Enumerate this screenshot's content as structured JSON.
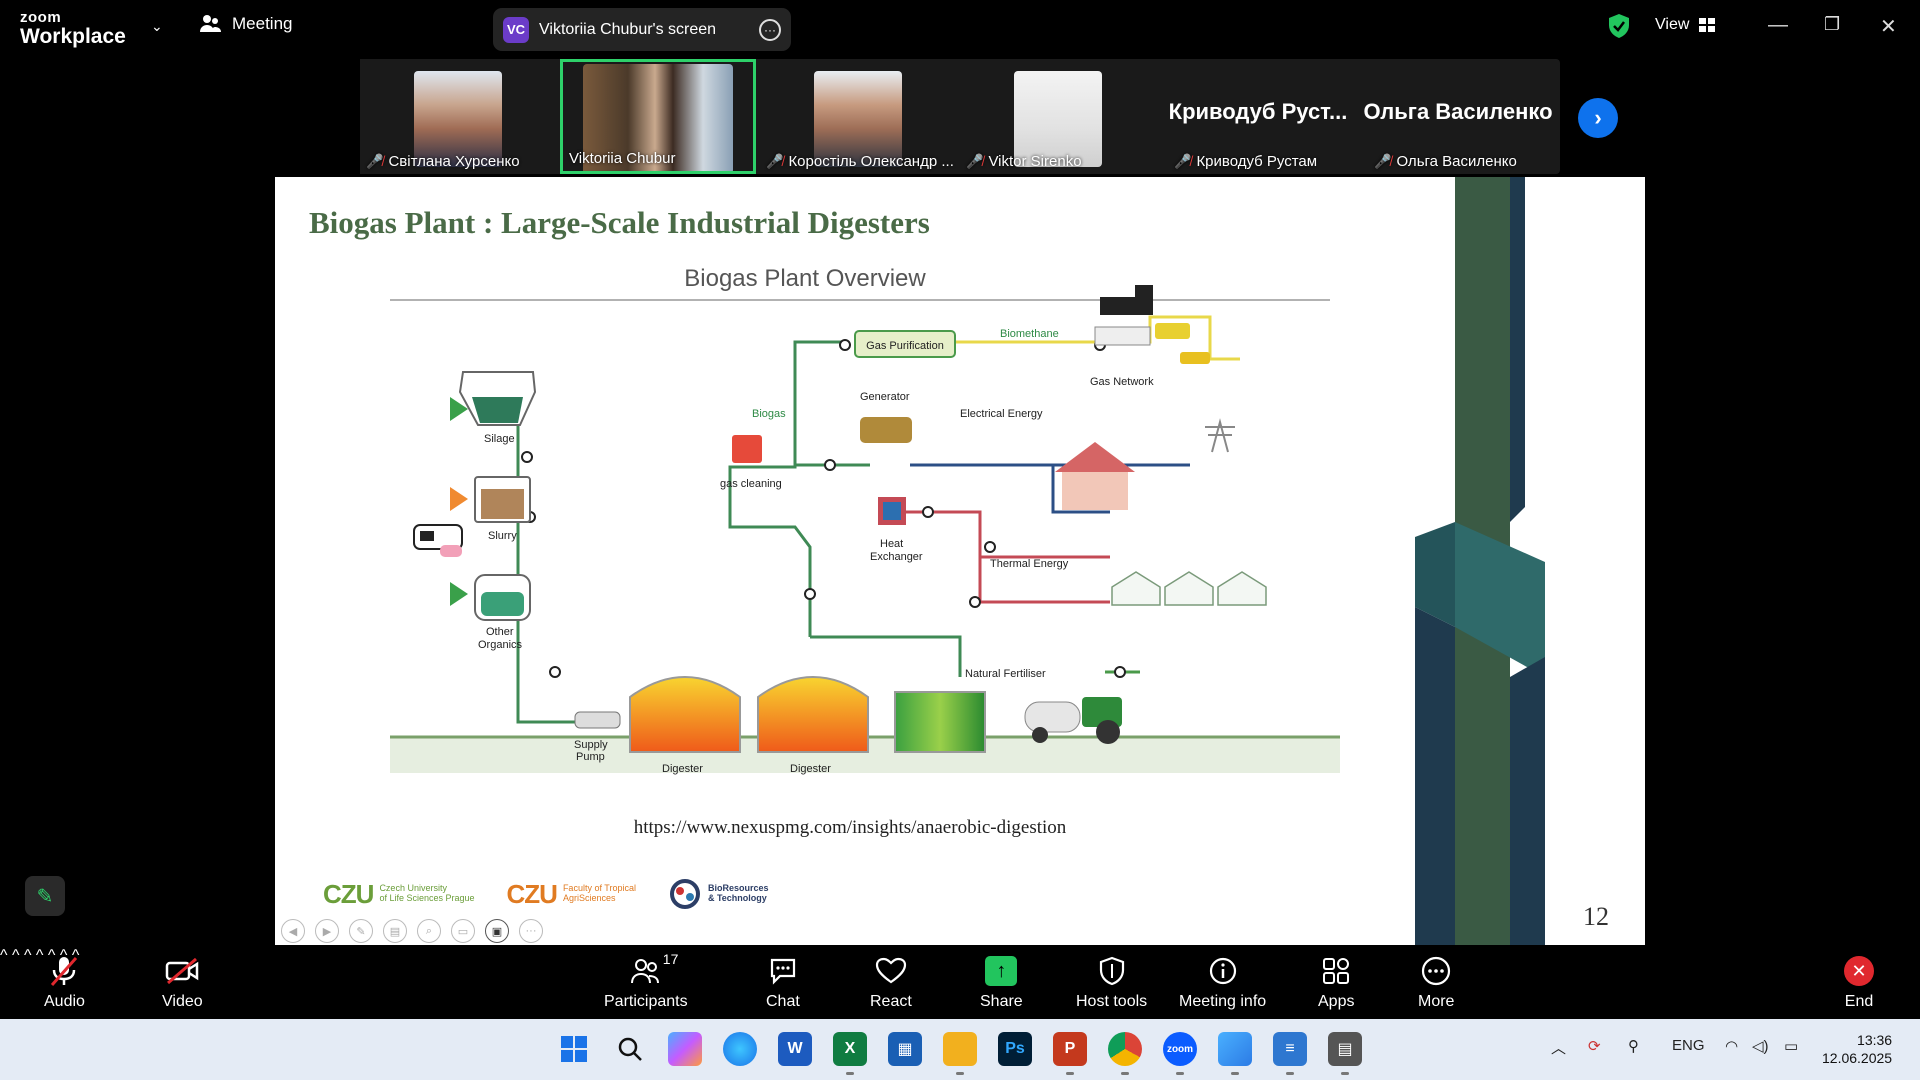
{
  "app": {
    "logo_line1": "zoom",
    "logo_line2": "Workplace",
    "meeting_label": "Meeting"
  },
  "share": {
    "initials": "VC",
    "label": "Viktoriia Chubur's screen"
  },
  "view": {
    "label": "View"
  },
  "participants": [
    {
      "name": "Світлана Хурсенко",
      "muted": true,
      "video": true
    },
    {
      "name": "Viktoriia Chubur",
      "muted": false,
      "video": true,
      "active": true
    },
    {
      "name": "Коростіль Олександр ...",
      "muted": true,
      "video": true
    },
    {
      "name": "Viktor Sirenko",
      "muted": true,
      "video": true
    },
    {
      "name": "Криводуб Рустам",
      "display": "Криводуб Руст...",
      "muted": true,
      "video": false
    },
    {
      "name": "Ольга Василенко",
      "display": "Ольга Василенко",
      "muted": true,
      "video": false
    }
  ],
  "slide": {
    "title": "Biogas Plant : Large-Scale Industrial Digesters",
    "url": "https://www.nexuspmg.com/insights/anaerobic-digestion",
    "page_number": "12",
    "diagram": {
      "heading": "Biogas Plant Overview",
      "labels": {
        "gas_purification": "Gas Purification",
        "biomethane": "Biomethane",
        "gas_network": "Gas Network",
        "generator": "Generator",
        "biogas": "Biogas",
        "electrical": "Electrical Energy",
        "gas_cleaning": "gas cleaning",
        "silage": "Silage",
        "heat_exchanger_1": "Heat",
        "heat_exchanger_2": "Exchanger",
        "thermal": "Thermal Energy",
        "slurry": "Slurry",
        "other_1": "Other",
        "other_2": "Organics",
        "natural_fertiliser": "Natural Fertiliser",
        "supply_1": "Supply",
        "supply_2": "Pump",
        "digester": "Digester"
      }
    },
    "logos": [
      {
        "mark": "CZU",
        "text1": "Czech University",
        "text2": "of Life Sciences Prague",
        "color": "#6b9e3a"
      },
      {
        "mark": "CZU",
        "text1": "Faculty of Tropical",
        "text2": "AgriSciences",
        "color": "#e07b22"
      },
      {
        "mark": "",
        "text1": "BioResources",
        "text2": "& Technology",
        "color": "#2c3e66"
      }
    ]
  },
  "toolbar": {
    "audio": "Audio",
    "video": "Video",
    "participants": "Participants",
    "participants_count": "17",
    "chat": "Chat",
    "react": "React",
    "share": "Share",
    "host_tools": "Host tools",
    "meeting_info": "Meeting info",
    "apps": "Apps",
    "more": "More",
    "end": "End"
  },
  "taskbar": {
    "lang": "ENG",
    "time": "13:36",
    "date": "12.06.2025"
  }
}
